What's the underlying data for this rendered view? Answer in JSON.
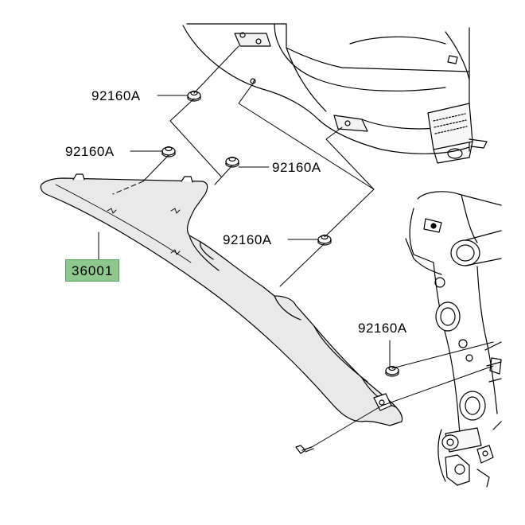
{
  "labels": {
    "part_main": "36001",
    "callout_1": "92160A",
    "callout_2": "92160A",
    "callout_3": "92160A",
    "callout_4": "92160A",
    "callout_5": "92160A"
  },
  "colors": {
    "line": "#000000",
    "main_part_fill": "#e9e9e9",
    "highlight": "#8fc88f"
  }
}
